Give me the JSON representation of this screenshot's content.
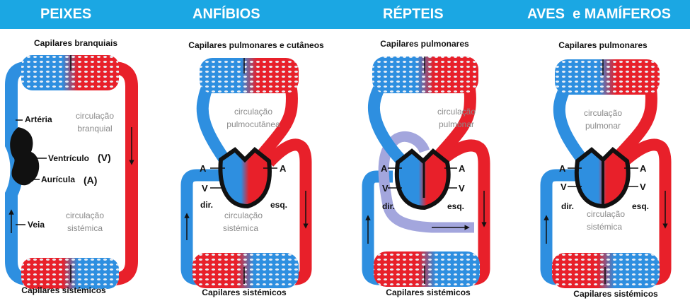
{
  "header": {
    "titles": [
      "PEIXES",
      "ANFÍBIOS",
      "RÉPTEIS",
      "AVES  e MAMÍFEROS"
    ]
  },
  "colors": {
    "header_bg": "#1ba7e3",
    "venous_blood": "#2e8fe0",
    "arterial_blood": "#e8202a",
    "mixed_blood": "#a3a6dd",
    "heart": "#111111"
  },
  "peixes": {
    "top_label": "Capilares branquiais",
    "bottom_label": "Capilares sistémicos",
    "arteria": "Artéria",
    "ventriculo": "Ventrículo",
    "ventriculo_abbr": "(V)",
    "auricula": "Aurícula",
    "auricula_abbr": "(A)",
    "veia": "Veia",
    "circ_top_1": "circulação",
    "circ_top_2": "branquial",
    "circ_bottom_1": "circulação",
    "circ_bottom_2": "sistémica"
  },
  "anfibios": {
    "top_label": "Capilares pulmonares e cutâneos",
    "bottom_label": "Capilares sistémicos",
    "circ_top_1": "circulação",
    "circ_top_2": "pulmocutânea",
    "circ_bottom_1": "circulação",
    "circ_bottom_2": "sistémica",
    "a": "A",
    "v": "V",
    "dir": "dir.",
    "esq": "esq."
  },
  "repteis": {
    "top_label": "Capilares pulmonares",
    "bottom_label": "Capilares sistémicos",
    "circ_top_1": "circulação",
    "circ_top_2": "pulmonar",
    "a": "A",
    "v": "V",
    "dir": "dir.",
    "esq": "esq."
  },
  "aves": {
    "top_label": "Capilares pulmonares",
    "bottom_label": "Capilares sistémicos",
    "circ_top_1": "circulação",
    "circ_top_2": "pulmonar",
    "circ_bottom_1": "circulação",
    "circ_bottom_2": "sistémica",
    "a": "A",
    "v": "V",
    "dir": "dir.",
    "esq": "esq."
  }
}
